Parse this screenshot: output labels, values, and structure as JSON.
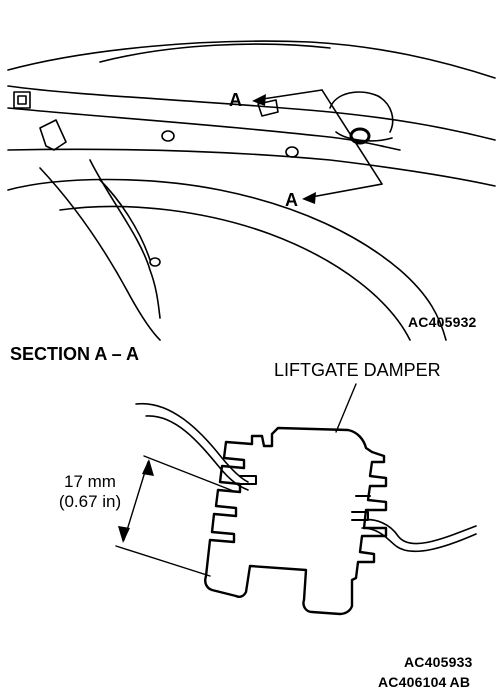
{
  "labels": {
    "section_a_upper": "A",
    "section_a_lower": "A",
    "figure_code_top": "AC405932",
    "section_title": "SECTION A – A",
    "part_callout": "LIFTGATE DAMPER",
    "dimension_mm": "17 mm",
    "dimension_in": "(0.67 in)",
    "figure_code_bottom_1": "AC405933",
    "figure_code_bottom_2": "AC406104",
    "figure_code_bottom_suffix": "AB"
  }
}
